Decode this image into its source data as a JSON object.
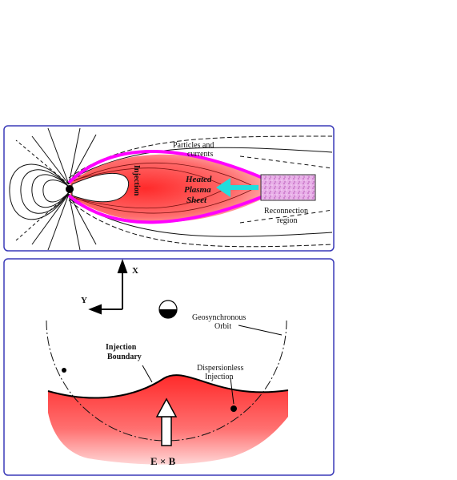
{
  "top_panel": {
    "labels": {
      "particles": "Particles and",
      "currents": "currents",
      "injection": "Injection",
      "heated1": "Heated",
      "heated2": "Plasma",
      "heated3": "Sheet",
      "reconnection1": "Reconnection",
      "reconnection2": "region"
    },
    "colors": {
      "border": "#3a3ab8",
      "plasma": "#ff3b3b",
      "boundary": "#ff00ff",
      "arrow": "#22dddd",
      "reconnection": "#e3a6e3"
    }
  },
  "bottom_panel": {
    "labels": {
      "axis_x": "X",
      "axis_y": "Y",
      "geo1": "Geosynchronous",
      "geo2": "Orbit",
      "injb1": "Injection",
      "injb2": "Boundary",
      "disp1": "Dispersionless",
      "disp2": "Injection",
      "exb": "E × B"
    },
    "colors": {
      "border": "#3a3ab8",
      "plasma": "#ff3b3b"
    }
  }
}
